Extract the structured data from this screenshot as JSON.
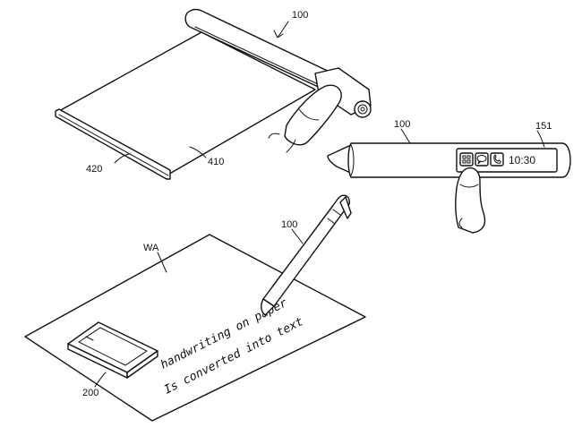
{
  "labels": {
    "ref_100_top": "100",
    "ref_420": "420",
    "ref_410": "410",
    "ref_100_right": "100",
    "ref_151": "151",
    "ref_wa": "WA",
    "ref_100_pen": "100",
    "ref_200": "200"
  },
  "pen_display": {
    "time": "10:30"
  },
  "handwriting": {
    "line1": "handwriting on paper",
    "line2": "Is converted into text"
  },
  "icons": [
    "grid-app-icon",
    "chat-icon",
    "phone-icon"
  ]
}
